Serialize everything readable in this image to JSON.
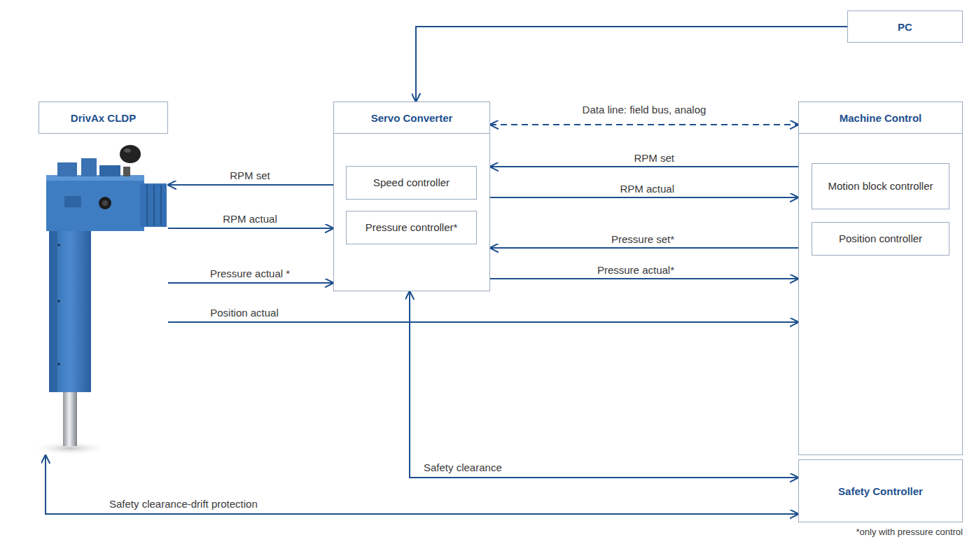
{
  "diagram": {
    "nodes": [
      {
        "text": [
          "PC"
        ]
      },
      {
        "text": [
          "DrivAx CLDP"
        ]
      },
      {
        "text": [
          "Servo Converter"
        ]
      },
      {
        "text": [
          "Speed controller"
        ],
        "in": 2
      },
      {
        "text": [
          "Pressure controller*"
        ],
        "in": 2
      },
      {
        "text": [
          "Machine Control"
        ]
      },
      {
        "text": [
          "Motion block controller"
        ],
        "in": 5
      },
      {
        "text": [
          "Position controller"
        ],
        "in": 5
      },
      {
        "text": [
          "Safety Controller"
        ]
      }
    ],
    "edges": [
      {
        "from": 0,
        "to": 2,
        "arrow": "to"
      },
      {
        "from": 2,
        "to": 5,
        "label": "Data line: field bus, analog",
        "arrow": "both"
      },
      {
        "from": 2,
        "to": 1,
        "label": "RPM set",
        "arrow": "to"
      },
      {
        "from": 1,
        "to": 2,
        "label": "RPM actual",
        "arrow": "to"
      },
      {
        "from": 1,
        "to": 2,
        "label": "Pressure actual *",
        "arrow": "to"
      },
      {
        "from": 5,
        "to": 2,
        "label": "RPM set",
        "arrow": "to"
      },
      {
        "from": 2,
        "to": 5,
        "label": "RPM actual",
        "arrow": "to"
      },
      {
        "from": 5,
        "to": 2,
        "label": "Pressure set*",
        "arrow": "to"
      },
      {
        "from": 2,
        "to": 5,
        "label": "Pressure actual*",
        "arrow": "to"
      },
      {
        "from": 1,
        "to": 5,
        "label": "Position actual",
        "arrow": "to"
      },
      {
        "from": 2,
        "to": 8,
        "label": "Safety clearance",
        "arrow": "both"
      },
      {
        "from": 1,
        "to": 8,
        "label": "Safety clearance-drift protection",
        "arrow": "both"
      }
    ],
    "labels": [
      "*only with pressure control"
    ]
  }
}
